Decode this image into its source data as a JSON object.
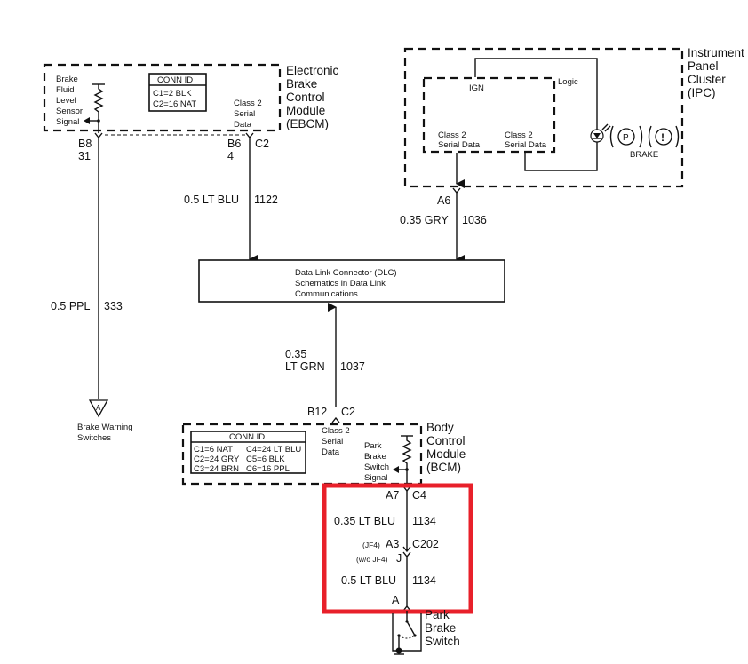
{
  "diagram": {
    "ebcm": {
      "title_lines": [
        "Electronic",
        "Brake",
        "Control",
        "Module",
        "(EBCM)"
      ],
      "sensor_lines": [
        "Brake",
        "Fluid",
        "Level",
        "Sensor",
        "Signal"
      ],
      "conn_id": {
        "header": "CONN ID",
        "rows": [
          "C1=2 BLK",
          "C2=16 NAT"
        ]
      },
      "serial_lines": [
        "Class 2",
        "Serial",
        "Data"
      ],
      "pin_b8": "B8",
      "pin_b8_num": "31",
      "pin_b6": "B6",
      "pin_b6_num": "4",
      "pin_c2": "C2"
    },
    "ipc": {
      "title_lines": [
        "Instrument",
        "Panel",
        "Cluster",
        "(IPC)"
      ],
      "ign": "IGN",
      "logic": "Logic",
      "serial_left": [
        "Class 2",
        "Serial Data"
      ],
      "serial_right": [
        "Class 2",
        "Serial Data"
      ],
      "brake_label": "BRAKE",
      "park_symbol": "P",
      "warn_symbol": "!",
      "pin_a6": "A6"
    },
    "wires": {
      "w1122": {
        "gauge": "0.5 LT BLU",
        "circuit": "1122"
      },
      "w1036": {
        "gauge": "0.35 GRY",
        "circuit": "1036"
      },
      "w333": {
        "gauge": "0.5 PPL",
        "circuit": "333"
      },
      "w1037": {
        "gauge_lines": [
          "0.35",
          "LT GRN"
        ],
        "circuit": "1037"
      },
      "w1134a": {
        "gauge": "0.35 LT BLU",
        "circuit": "1134"
      },
      "w1134b": {
        "gauge": "0.5 LT BLU",
        "circuit": "1134"
      }
    },
    "dlc": {
      "lines": [
        "Data Link Connector (DLC)",
        "Schematics in Data Link",
        "Communications"
      ]
    },
    "brake_warning": {
      "symbol": "A",
      "lines": [
        "Brake Warning",
        "Switches"
      ]
    },
    "bcm": {
      "title_lines": [
        "Body",
        "Control",
        "Module",
        "(BCM)"
      ],
      "conn_id": {
        "header": "CONN ID",
        "rows": [
          [
            "C1=6 NAT",
            "C4=24 LT BLU"
          ],
          [
            "C2=24 GRY",
            "C5=6 BLK"
          ],
          [
            "C3=24 BRN",
            "C6=16 PPL"
          ]
        ]
      },
      "serial_lines": [
        "Class 2",
        "Serial",
        "Data"
      ],
      "switch_lines": [
        "Park",
        "Brake",
        "Switch",
        "Signal"
      ],
      "pin_b12": "B12",
      "pin_c2": "C2",
      "pin_a7": "A7",
      "pin_c4": "C4"
    },
    "c202": {
      "jf4_option": "(JF4)",
      "pin_a3": "A3",
      "connector": "C202",
      "wo_jf4_option": "(w/o JF4)",
      "pin_j": "J"
    },
    "park_brake_switch": {
      "pin_a": "A",
      "lines": [
        "Park",
        "Brake",
        "Switch"
      ]
    },
    "highlight": {
      "color": "#e8202a"
    }
  }
}
